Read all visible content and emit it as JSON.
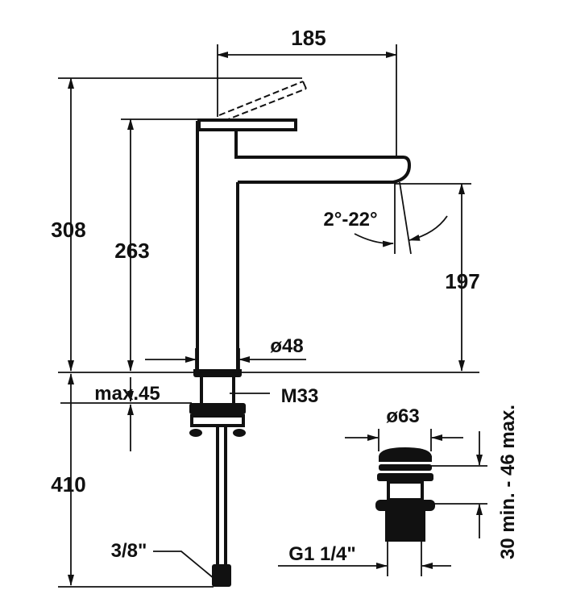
{
  "drawing": {
    "dimensions": {
      "spout_reach": "185",
      "total_height": "308",
      "body_height": "263",
      "spout_height": "197",
      "spout_angle": "2°-22°",
      "base_diameter": "ø48",
      "deck_thickness": "max.45",
      "thread": "M33",
      "below_deck": "410",
      "hose_connection": "3/8\"",
      "waste_diameter": "ø63",
      "waste_thread": "G1 1/4\"",
      "waste_range": "30 min. - 46 max."
    }
  }
}
